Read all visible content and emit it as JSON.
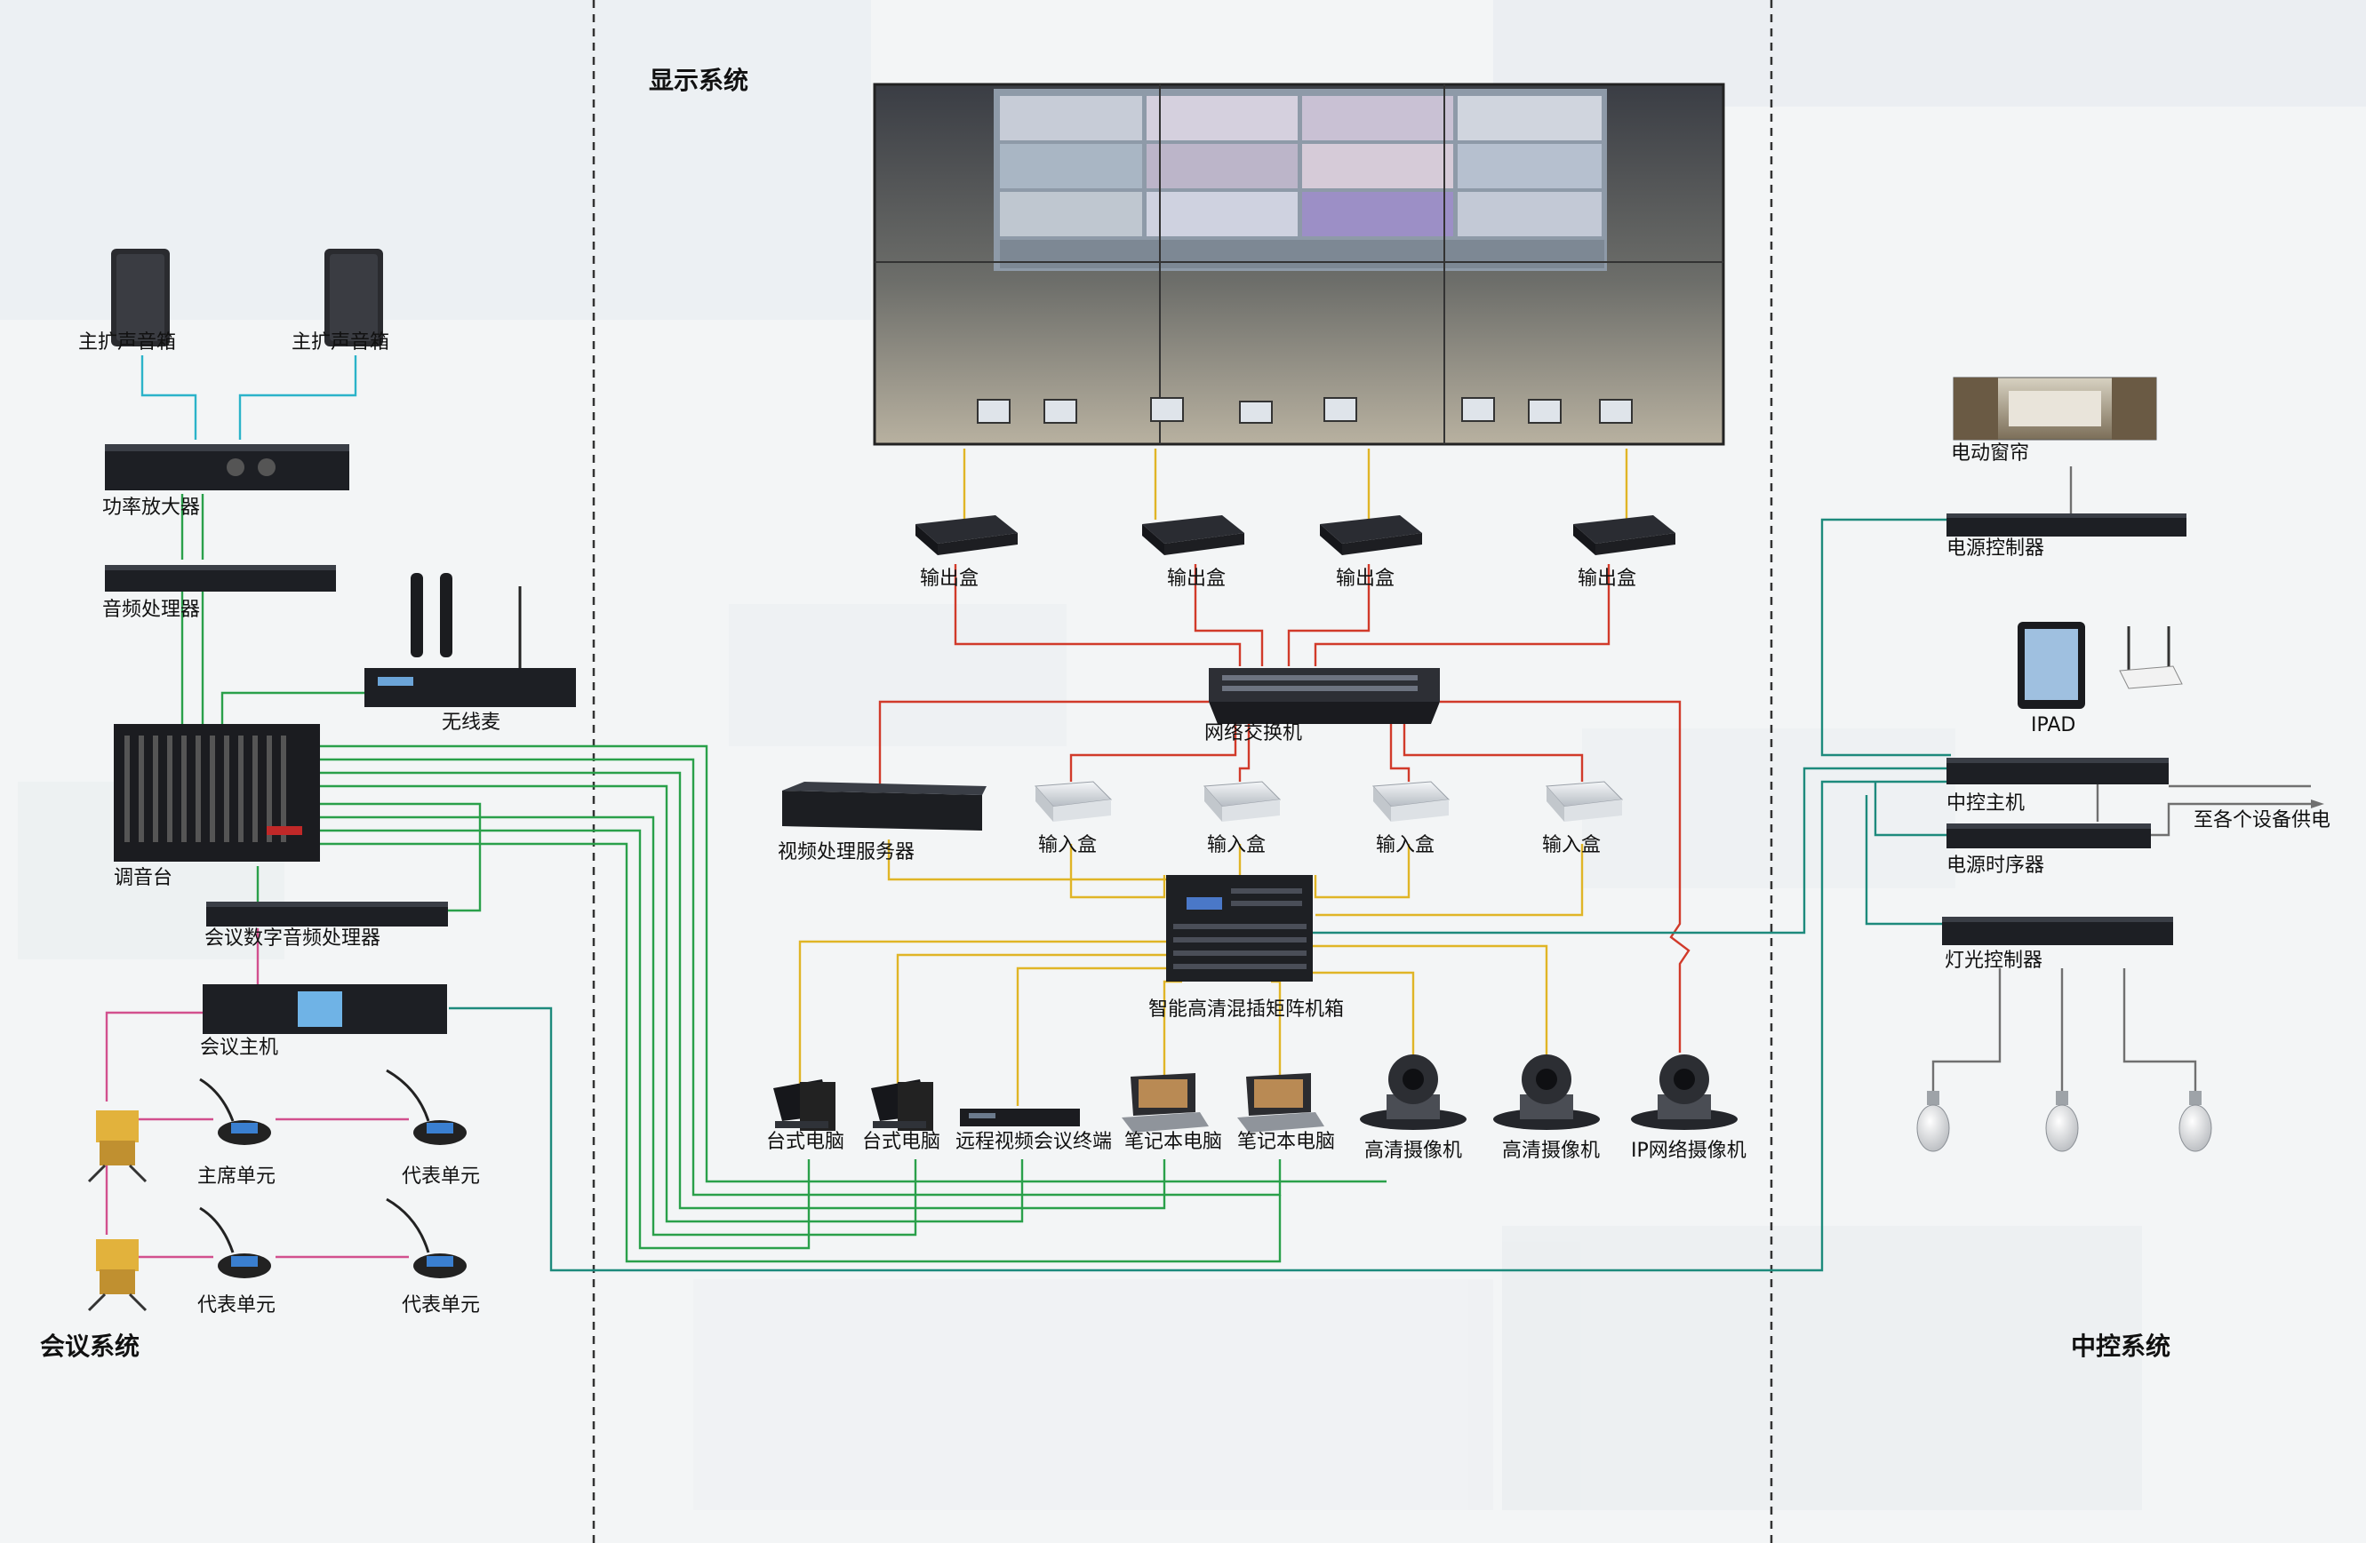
{
  "sections": {
    "meeting": "会议系统",
    "display": "显示系统",
    "control": "中控系统"
  },
  "devices": {
    "speaker_left": "主扩声音箱",
    "speaker_right": "主扩声音箱",
    "amplifier": "功率放大器",
    "audio_processor": "音频处理器",
    "wireless_mic": "无线麦",
    "mixer": "调音台",
    "conf_dsp": "会议数字音频处理器",
    "conf_host": "会议主机",
    "chair_unit": "主席单元",
    "delegate_unit_1": "代表单元",
    "delegate_unit_2": "代表单元",
    "delegate_unit_3": "代表单元",
    "output_box_1": "输出盒",
    "output_box_2": "输出盒",
    "output_box_3": "输出盒",
    "output_box_4": "输出盒",
    "network_switch": "网络交换机",
    "video_server": "视频处理服务器",
    "input_box_1": "输入盒",
    "input_box_2": "输入盒",
    "input_box_3": "输入盒",
    "input_box_4": "输入盒",
    "matrix": "智能高清混插矩阵机箱",
    "desktop_pc_1": "台式电脑",
    "desktop_pc_2": "台式电脑",
    "video_conf_terminal": "远程视频会议终端",
    "laptop_1": "笔记本电脑",
    "laptop_2": "笔记本电脑",
    "hd_camera_1": "高清摄像机",
    "hd_camera_2": "高清摄像机",
    "ip_camera": "IP网络摄像机",
    "curtain": "电动窗帘",
    "power_controller": "电源控制器",
    "ipad": "IPAD",
    "control_host": "中控主机",
    "power_sequencer": "电源时序器",
    "lighting_controller": "灯光控制器",
    "power_supply_note": "至各个设备供电"
  },
  "colors": {
    "red_link": "#d13a2a",
    "yellow_link": "#e0b526",
    "green_link": "#2aa04a",
    "cyan_link": "#2bb3c9",
    "pink_link": "#d2508e",
    "teal_link": "#1d8a7c"
  },
  "icons": {
    "device_rack": "rack-unit-icon",
    "speaker": "speaker-icon",
    "camera": "ptz-camera-icon",
    "lamp": "light-bulb-icon",
    "computer": "desktop-pc-icon",
    "laptop": "laptop-icon",
    "tablet": "tablet-icon",
    "router": "wifi-router-icon"
  }
}
